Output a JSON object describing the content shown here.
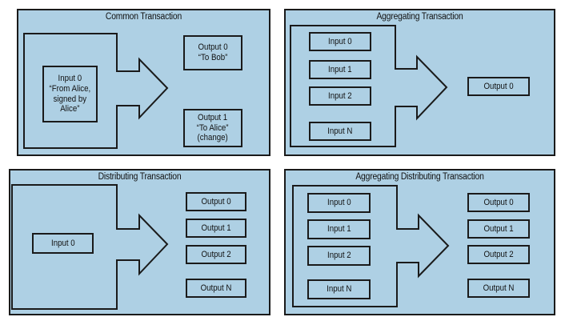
{
  "panels": {
    "common": {
      "title": "Common Transaction",
      "input": "Input 0\n“From Alice,\nsigned by\nAlice”",
      "output0": "Output 0\n“To Bob”",
      "output1": "Output 1\n“To Alice”\n(change)"
    },
    "aggregating": {
      "title": "Aggregating Transaction",
      "inputs": [
        "Input 0",
        "Input 1",
        "Input 2",
        "Input N"
      ],
      "output": "Output 0"
    },
    "distributing": {
      "title": "Distributing Transaction",
      "input": "Input 0",
      "outputs": [
        "Output 0",
        "Output 1",
        "Output 2",
        "Output N"
      ]
    },
    "aggregating_distributing": {
      "title": "Aggregating Distributing Transaction",
      "inputs": [
        "Input 0",
        "Input 1",
        "Input 2",
        "Input N"
      ],
      "outputs": [
        "Output 0",
        "Output 1",
        "Output 2",
        "Output N"
      ]
    }
  },
  "colors": {
    "panel_fill": "#aed0e4",
    "stroke": "#1a1a1a",
    "text": "#111111"
  }
}
